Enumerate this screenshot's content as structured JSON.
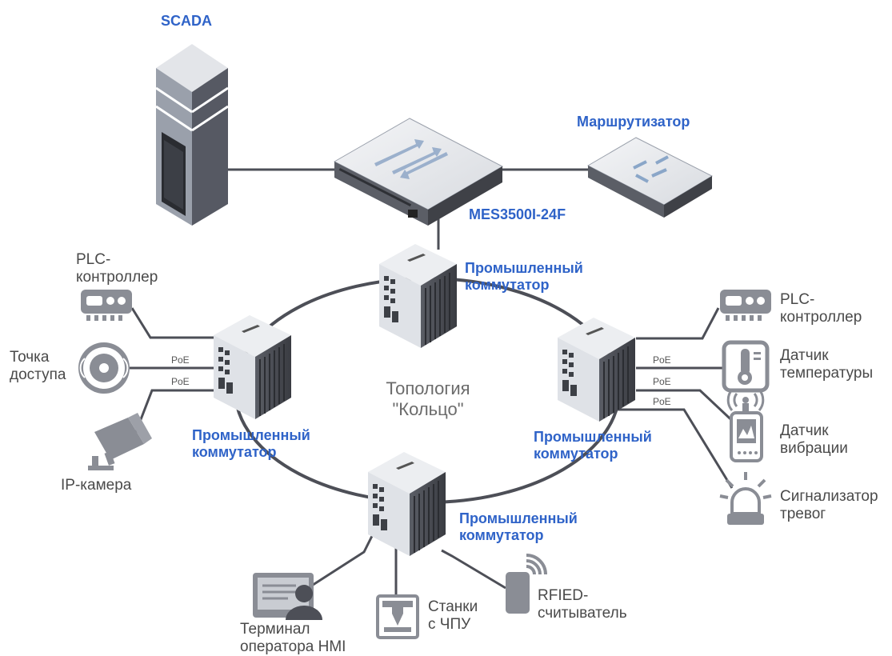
{
  "labels": {
    "scada": "SCADA",
    "router": "Маршрутизатор",
    "core_switch": "MES3500I-24F",
    "switch_top": [
      "Промышленный",
      "коммутатор"
    ],
    "switch_left": [
      "Промышленный",
      "коммутатор"
    ],
    "switch_right": [
      "Промышленный",
      "коммутатор"
    ],
    "switch_bottom": [
      "Промышленный",
      "коммутатор"
    ],
    "topology": [
      "Топология",
      "\"Кольцо\""
    ],
    "plc_left": [
      "PLC-",
      "контроллер"
    ],
    "access_point": [
      "Точка",
      "доступа"
    ],
    "ip_camera": "IP-камера",
    "plc_right": [
      "PLC-",
      "контроллер"
    ],
    "temp_sensor": [
      "Датчик",
      "температуры"
    ],
    "vibration_sensor": [
      "Датчик",
      "вибрации"
    ],
    "alarm": [
      "Сигнализатор",
      "тревог"
    ],
    "hmi": [
      "Терминал",
      "оператора HMI"
    ],
    "cnc": [
      "Станки",
      "с ЧПУ"
    ],
    "rfid": [
      "RFIED-",
      "считыватель"
    ],
    "poe": "PoE"
  },
  "colors": {
    "accent": "#2f63c8",
    "line": "#4d4f57",
    "icon": "#8a8d95"
  },
  "icons": [
    "server-icon",
    "core-switch-icon",
    "router-icon",
    "industrial-switch-icon",
    "plc-icon",
    "access-point-icon",
    "ip-camera-icon",
    "thermometer-icon",
    "vibration-sensor-icon",
    "alarm-light-icon",
    "hmi-terminal-icon",
    "cnc-machine-icon",
    "rfid-reader-icon"
  ]
}
